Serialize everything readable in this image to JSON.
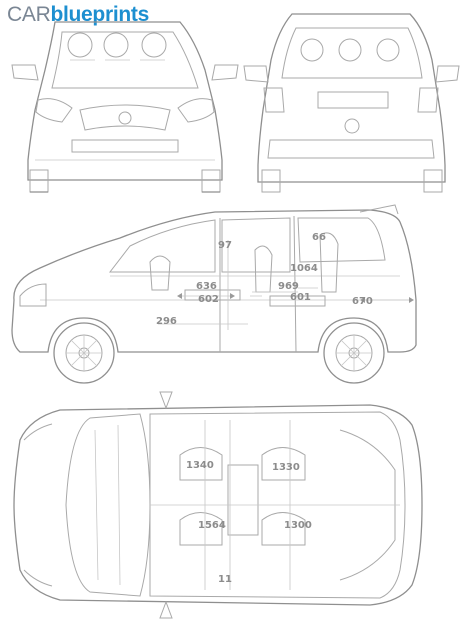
{
  "logo": {
    "part1": "CAR",
    "part2": "blueprints"
  },
  "dimensions": {
    "side": [
      "636",
      "602",
      "296",
      "1064",
      "969",
      "601",
      "670",
      "97",
      "66"
    ],
    "top": [
      "1340",
      "1330",
      "1564",
      "1300",
      "11"
    ]
  },
  "colors": {
    "brand_gray": "#7a8694",
    "brand_blue": "#1d8fd0",
    "line": "#a9a9a9"
  }
}
